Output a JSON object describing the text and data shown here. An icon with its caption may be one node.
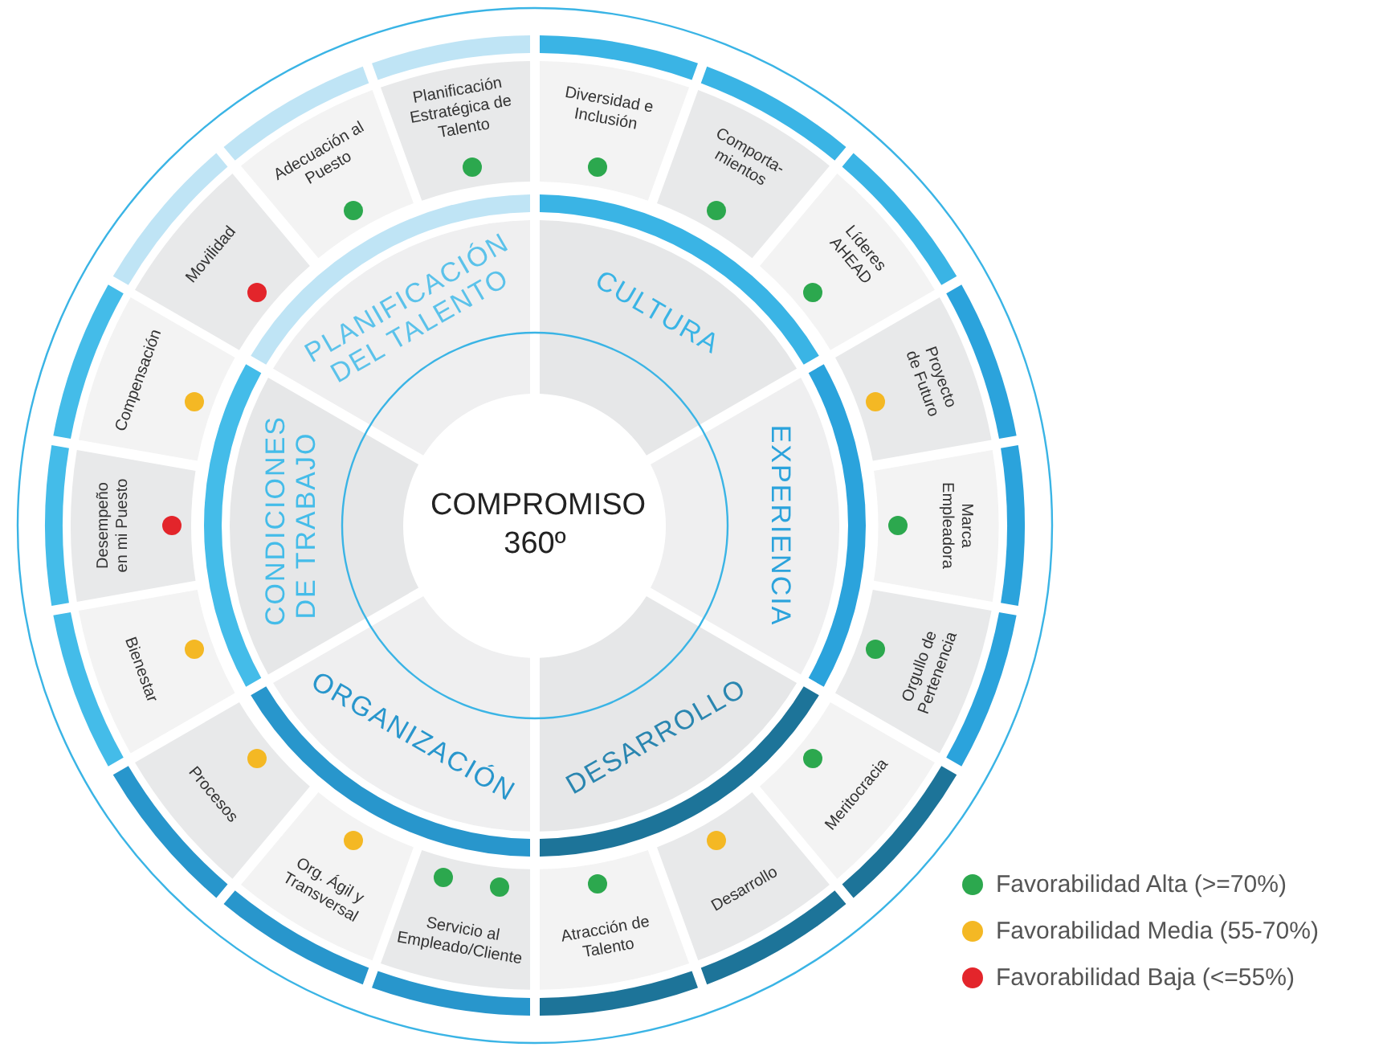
{
  "diagram": {
    "nodes": [
      {
        "text": [
          "COMPROMISO 360º"
        ]
      },
      {
        "text": [
          "PLANIFICACIÓN DEL TALENTO"
        ]
      },
      {
        "text": [
          "CULTURA"
        ]
      },
      {
        "text": [
          "EXPERIENCIA"
        ]
      },
      {
        "text": [
          "DESARROLLO"
        ]
      },
      {
        "text": [
          "ORGANIZACIÓN"
        ]
      },
      {
        "text": [
          "CONDICIONES DE TRABAJO"
        ]
      },
      {
        "text": [
          "Movilidad"
        ]
      },
      {
        "text": [
          "Adecuación al Puesto"
        ]
      },
      {
        "text": [
          "Planificación Estratégica de Talento"
        ]
      },
      {
        "text": [
          "Diversidad e Inclusión"
        ]
      },
      {
        "text": [
          "Comporta- mientos"
        ]
      },
      {
        "text": [
          "Líderes AHEAD"
        ]
      },
      {
        "text": [
          "Proyecto de Futuro"
        ]
      },
      {
        "text": [
          "Marca Empleadora"
        ]
      },
      {
        "text": [
          "Orgullo de Pertenencia"
        ]
      },
      {
        "text": [
          "Meritocracia"
        ]
      },
      {
        "text": [
          "Desarrollo"
        ]
      },
      {
        "text": [
          "Atracción de Talento"
        ]
      },
      {
        "text": [
          "Servicio al Empleado/Cliente"
        ]
      },
      {
        "text": [
          "Org. Ágil y Transversal"
        ]
      },
      {
        "text": [
          "Procesos"
        ]
      },
      {
        "text": [
          "Bienestar"
        ]
      },
      {
        "text": [
          "Desempeño en mi Puesto"
        ]
      },
      {
        "text": [
          "Compensación"
        ]
      },
      {
        "text": [],
        "shape": "circle",
        "in": 7
      },
      {
        "text": [],
        "shape": "circle",
        "in": 8
      },
      {
        "text": [],
        "shape": "circle",
        "in": 9
      },
      {
        "text": [],
        "shape": "circle",
        "in": 10
      },
      {
        "text": [],
        "shape": "circle",
        "in": 11
      },
      {
        "text": [],
        "shape": "circle",
        "in": 12
      },
      {
        "text": [],
        "shape": "circle",
        "in": 13
      },
      {
        "text": [],
        "shape": "circle",
        "in": 14
      },
      {
        "text": [],
        "shape": "circle",
        "in": 15
      },
      {
        "text": [],
        "shape": "circle",
        "in": 16
      },
      {
        "text": [],
        "shape": "circle",
        "in": 17
      },
      {
        "text": [],
        "shape": "circle",
        "in": 18
      },
      {
        "text": [],
        "shape": "circle",
        "in": 19
      },
      {
        "text": [],
        "shape": "circle",
        "in": 19
      },
      {
        "text": [],
        "shape": "circle",
        "in": 20
      },
      {
        "text": [],
        "shape": "circle",
        "in": 21
      },
      {
        "text": [],
        "shape": "circle",
        "in": 22
      },
      {
        "text": [],
        "shape": "circle",
        "in": 23
      },
      {
        "text": [],
        "shape": "circle",
        "in": 24
      }
    ],
    "legend": [
      {
        "text": "Favorabilidad Alta (>=70%)",
        "color": "#2ca84e"
      },
      {
        "text": "Favorabilidad Media (55-70%)",
        "color": "#f4b824"
      },
      {
        "text": "Favorabilidad Baja (<=55%)",
        "color": "#e3252b"
      }
    ]
  }
}
